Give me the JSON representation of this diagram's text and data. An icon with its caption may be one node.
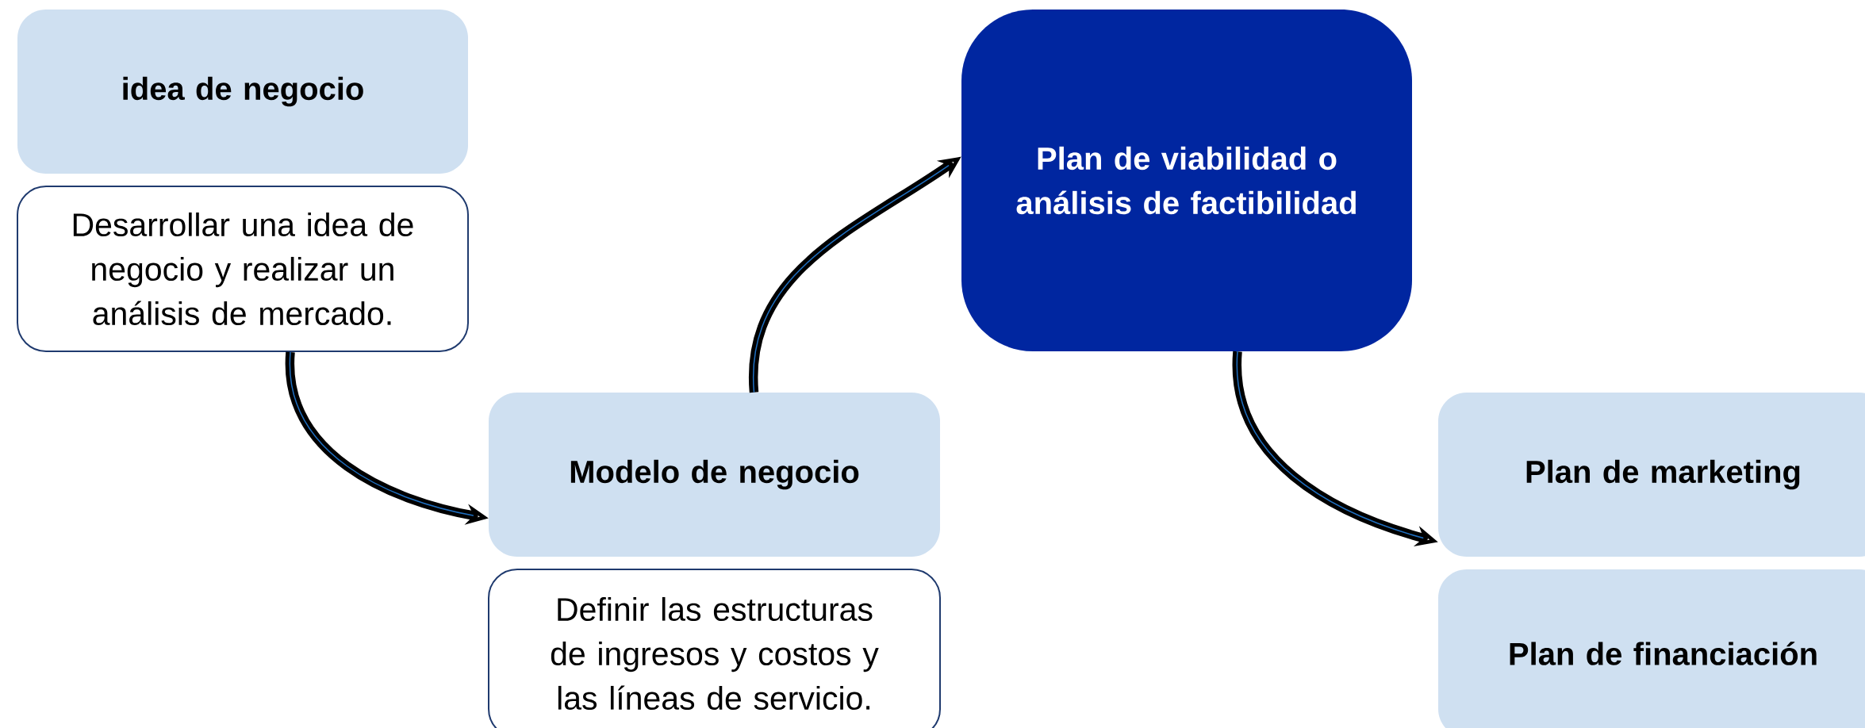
{
  "diagram": {
    "nodes": [
      {
        "text": [
          "idea de negocio"
        ]
      },
      {
        "text": [
          "Desarrollar una idea de negocio y realizar un análisis de mercado."
        ]
      },
      {
        "text": [
          "Modelo de negocio"
        ]
      },
      {
        "text": [
          "Definir las estructuras de ingresos y costos y las líneas de servicio."
        ]
      },
      {
        "text": [
          "Plan de viabilidad o análisis de factibilidad"
        ]
      },
      {
        "text": [
          "Plan de marketing"
        ]
      },
      {
        "text": [
          "Plan de financiación"
        ]
      }
    ],
    "edges": [
      {
        "from": 1,
        "to": 2,
        "arrow": "to"
      },
      {
        "from": 2,
        "to": 4,
        "arrow": "to"
      },
      {
        "from": 4,
        "to": 5,
        "arrow": "to"
      }
    ]
  }
}
